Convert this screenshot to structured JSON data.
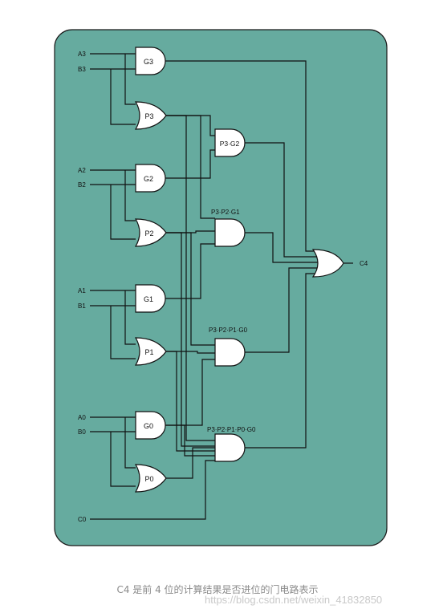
{
  "diagram": {
    "inputs": {
      "a3": "A3",
      "b3": "B3",
      "a2": "A2",
      "b2": "B2",
      "a1": "A1",
      "b1": "B1",
      "a0": "A0",
      "b0": "B0",
      "c0": "C0"
    },
    "gates": {
      "g3": "G3",
      "p3": "P3",
      "g2": "G2",
      "p2": "P2",
      "g1": "G1",
      "p1": "P1",
      "g0": "G0",
      "p0": "P0",
      "p3g2": "P3·G2"
    },
    "term_labels": {
      "t2": "P3·P2·G1",
      "t3": "P3·P2·P1·G0",
      "t4": "P3·P2·P1·P0·G0"
    },
    "output": "C4"
  },
  "caption": "C4 是前 4 位的计算结果是否进位的门电路表示",
  "watermark": "https://blog.csdn.net/weixin_41832850",
  "colors": {
    "panel": "#66ab9f",
    "wire": "#111111",
    "gate_fill": "#ffffff"
  }
}
